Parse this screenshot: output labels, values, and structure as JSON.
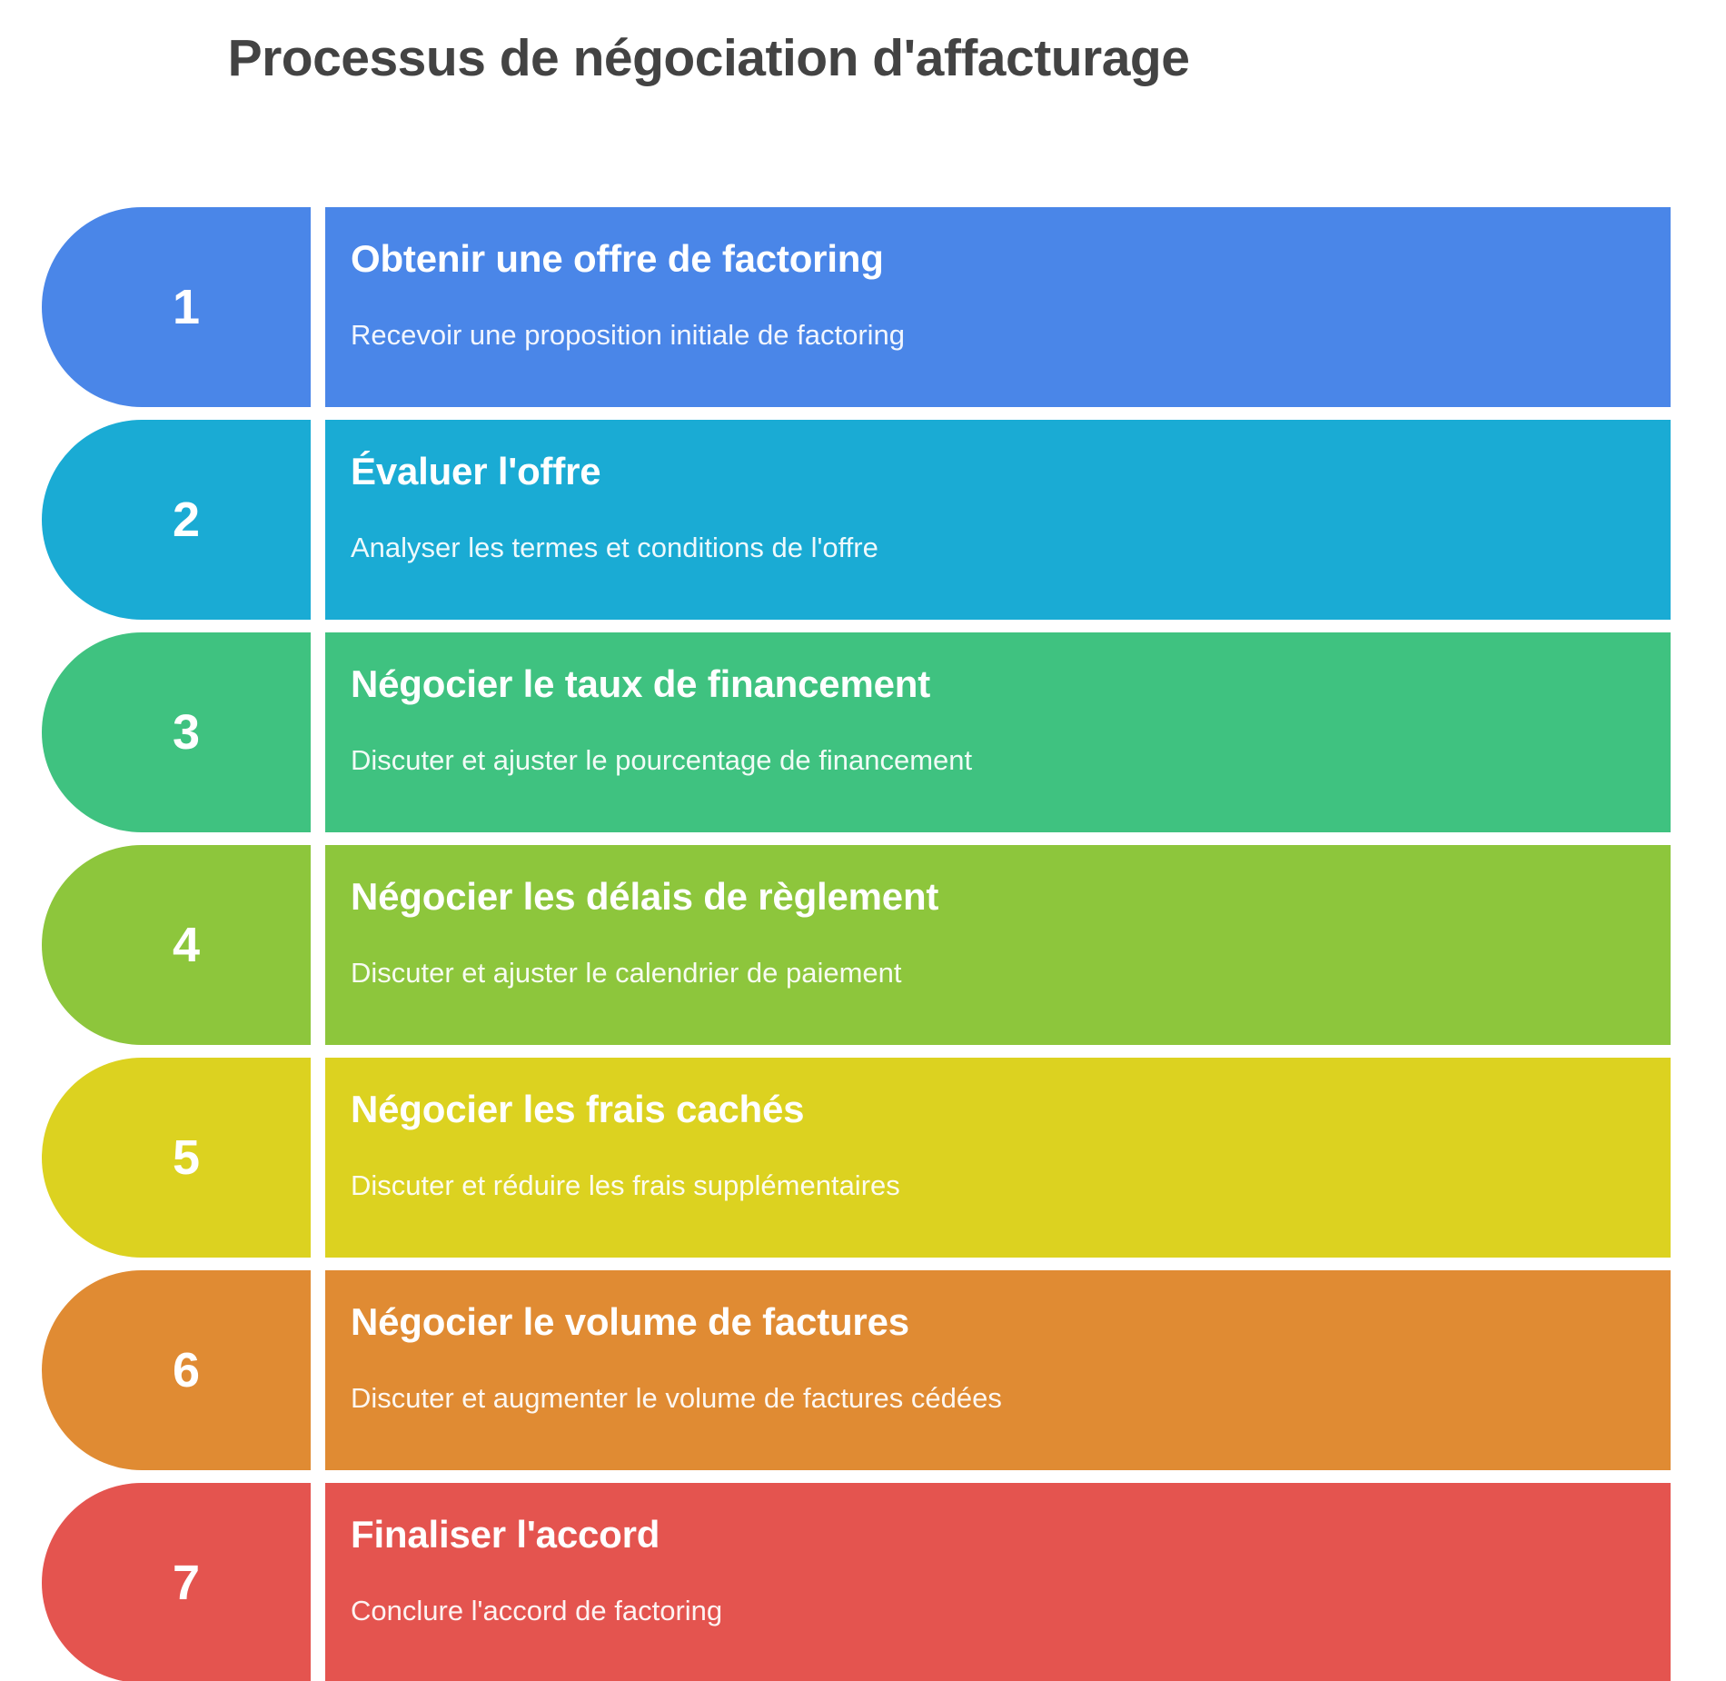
{
  "page": {
    "title": "Processus de négociation d'affacturage",
    "background_color": "#ffffff",
    "title_color": "#434343"
  },
  "steps": [
    {
      "number": "1",
      "title": "Obtenir une offre de factoring",
      "description": "Recevoir une proposition initiale de factoring",
      "color": "#4a86e8"
    },
    {
      "number": "2",
      "title": "Évaluer l'offre",
      "description": "Analyser les termes et conditions de l'offre",
      "color": "#1aabd4"
    },
    {
      "number": "3",
      "title": "Négocier le taux de financement",
      "description": "Discuter et ajuster le pourcentage de financement",
      "color": "#3fc280"
    },
    {
      "number": "4",
      "title": "Négocier les délais de règlement",
      "description": "Discuter et ajuster le calendrier de paiement",
      "color": "#8dc63c"
    },
    {
      "number": "5",
      "title": "Négocier les frais cachés",
      "description": "Discuter et réduire les frais supplémentaires",
      "color": "#dcd220"
    },
    {
      "number": "6",
      "title": "Négocier le volume de factures",
      "description": "Discuter et augmenter le volume de factures cédées",
      "color": "#e08b33"
    },
    {
      "number": "7",
      "title": "Finaliser l'accord",
      "description": "Conclure l'accord de factoring",
      "color": "#e4544f"
    }
  ]
}
